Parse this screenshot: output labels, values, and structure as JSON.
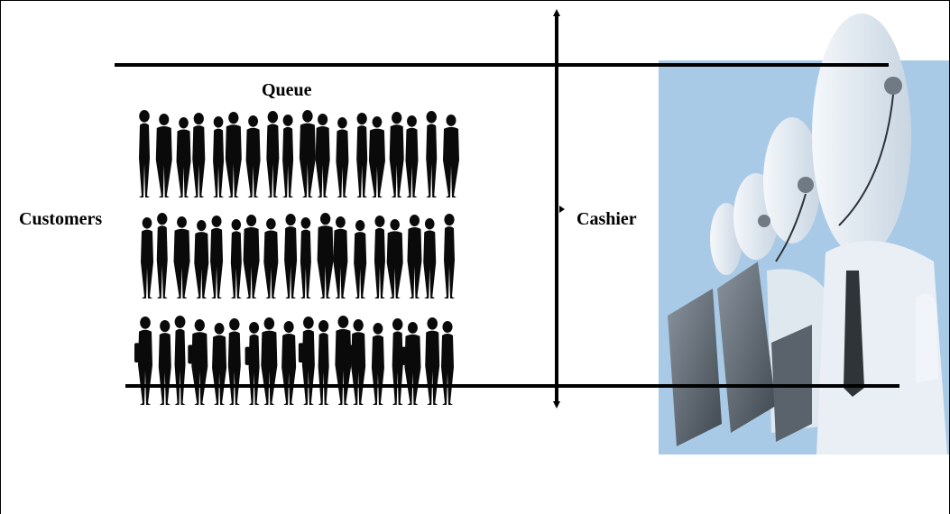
{
  "labels": {
    "queue": "Queue",
    "customers": "Customers",
    "cashier": "Cashier"
  },
  "queue": {
    "rows": 3,
    "people_per_row": [
      18,
      18,
      18
    ]
  },
  "colors": {
    "line": "#000000",
    "silhouette": "#0a0a0a",
    "cashier_background": "#a9cae6",
    "figure_body": "#e4ecf4"
  }
}
